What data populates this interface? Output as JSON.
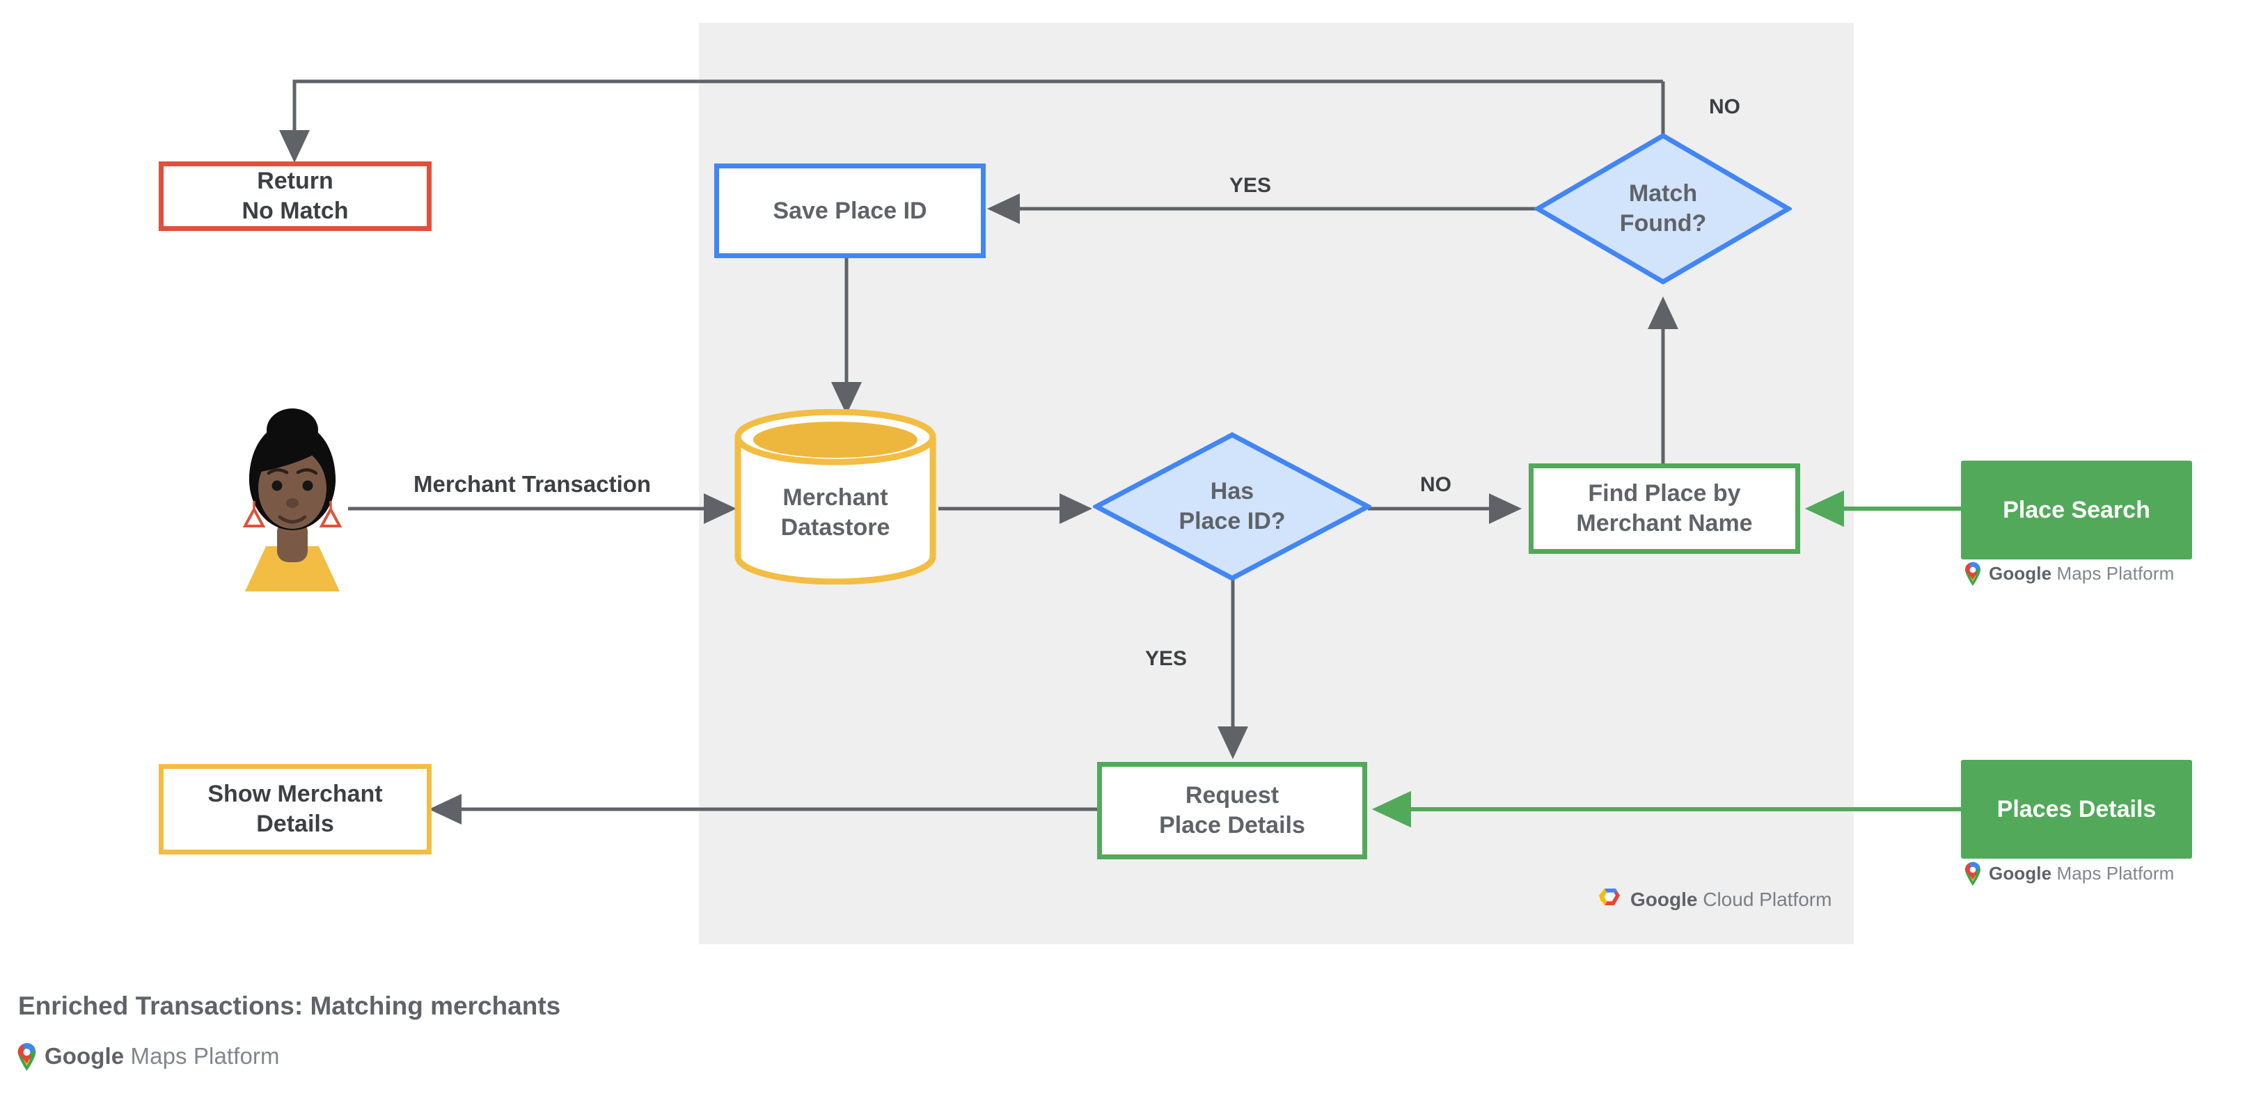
{
  "diagram": {
    "caption": "Enriched Transactions: Matching merchants",
    "panel_label": "google-cloud-platform-region",
    "colors": {
      "panel_bg": "#efefef",
      "red": "#E0503A",
      "blue": "#4285F4",
      "blue_fill": "#D2E3FC",
      "green": "#52A95A",
      "amber": "#F2BD42",
      "wire": "#5f6368",
      "text": "#5f6368"
    }
  },
  "nodes": {
    "return_no_match": {
      "line1": "Return",
      "line2": "No Match"
    },
    "save_place_id": {
      "line1": "Save Place ID"
    },
    "match_found": {
      "line1": "Match",
      "line2": "Found?"
    },
    "merchant_datastore": {
      "line1": "Merchant",
      "line2": "Datastore"
    },
    "has_place_id": {
      "line1": "Has",
      "line2": "Place ID?"
    },
    "find_place_by_merchant_name": {
      "line1": "Find Place by",
      "line2": "Merchant Name"
    },
    "place_search": {
      "line1": "Place Search"
    },
    "request_place_details": {
      "line1": "Request",
      "line2": "Place Details"
    },
    "places_details": {
      "line1": "Places Details"
    },
    "show_merchant_details": {
      "line1": "Show Merchant",
      "line2": "Details"
    }
  },
  "edge_labels": {
    "merchant_transaction": "Merchant Transaction",
    "match_found_no": "NO",
    "match_found_yes": "YES",
    "has_place_id_no": "NO",
    "has_place_id_yes": "YES"
  },
  "logos": {
    "maps_bold": "Google",
    "maps_light": "Maps Platform",
    "cloud_bold": "Google",
    "cloud_light": "Cloud Platform"
  }
}
